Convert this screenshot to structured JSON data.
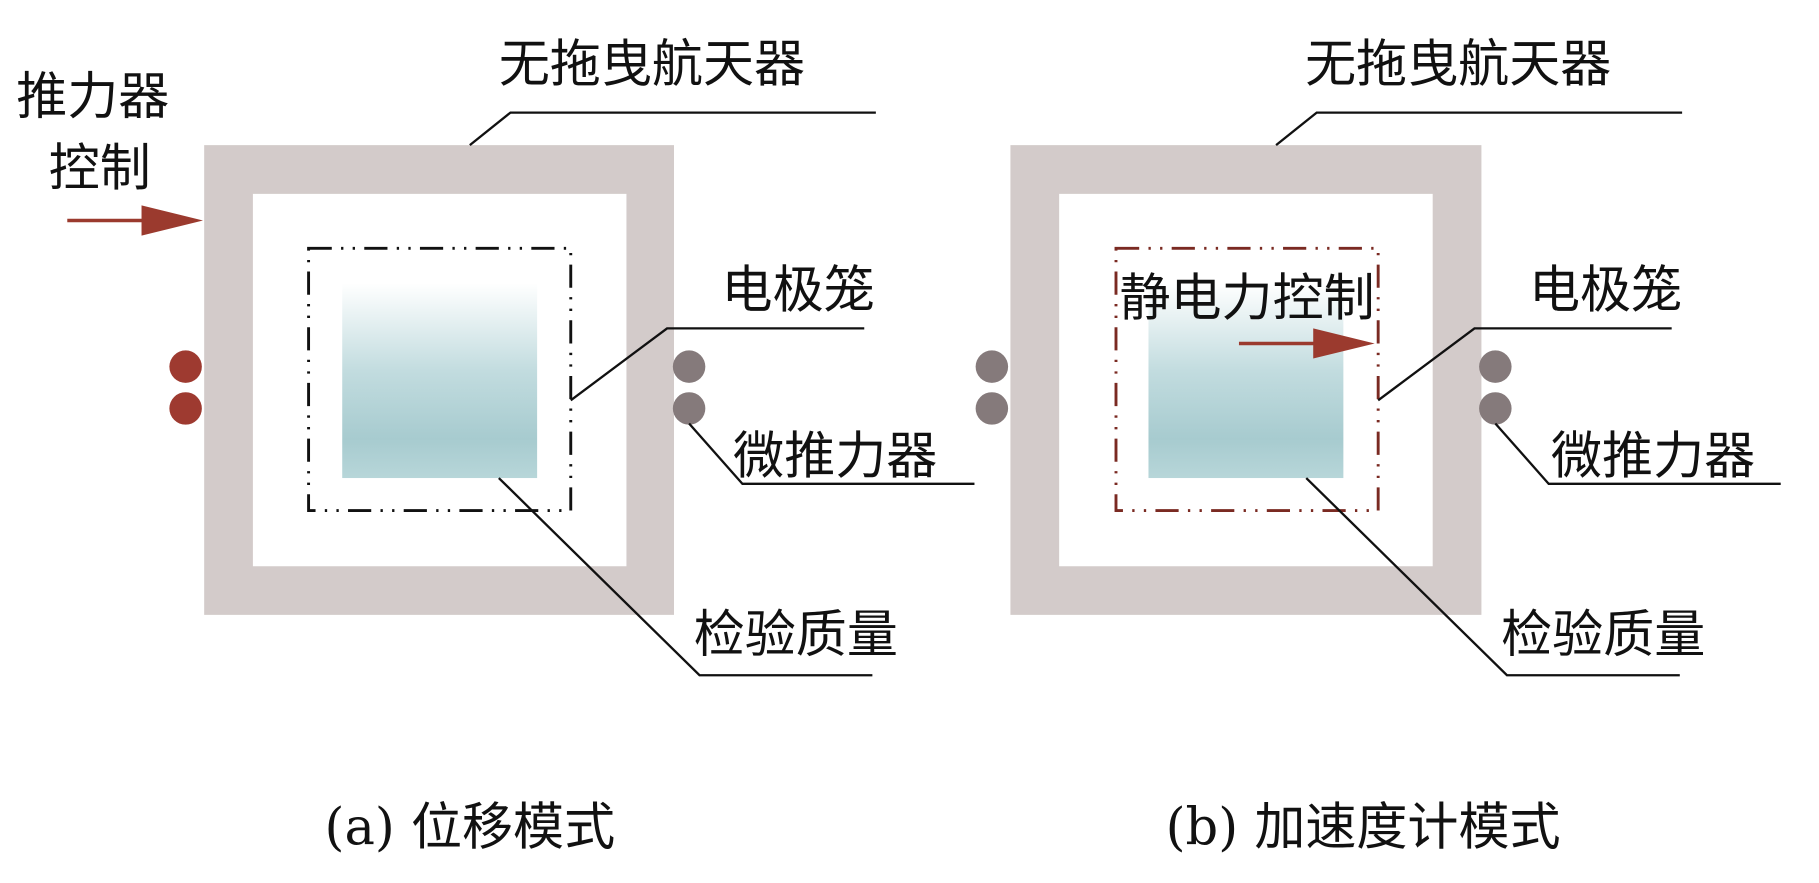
{
  "colors": {
    "spacecraft_frame": "#d3cbca",
    "thruster_active": "#9e3a30",
    "thruster_idle": "#857a7b",
    "arrow": "#9b3a2e",
    "cage_a": "#111111",
    "cage_b": "#7a2a22",
    "mass_top": "#ffffff",
    "mass_bottom": "#a9cdd1"
  },
  "panel_a": {
    "spacecraft_label": "无拖曳航天器",
    "thruster_control_line1": "推力器",
    "thruster_control_line2": "控制",
    "cage_label": "电极笼",
    "micro_thruster_label": "微推力器",
    "test_mass_label": "检验质量",
    "caption": "(a) 位移模式"
  },
  "panel_b": {
    "spacecraft_label": "无拖曳航天器",
    "electrostatic_control_label": "静电力控制",
    "cage_label": "电极笼",
    "micro_thruster_label": "微推力器",
    "test_mass_label": "检验质量",
    "caption": "(b) 加速度计模式"
  }
}
